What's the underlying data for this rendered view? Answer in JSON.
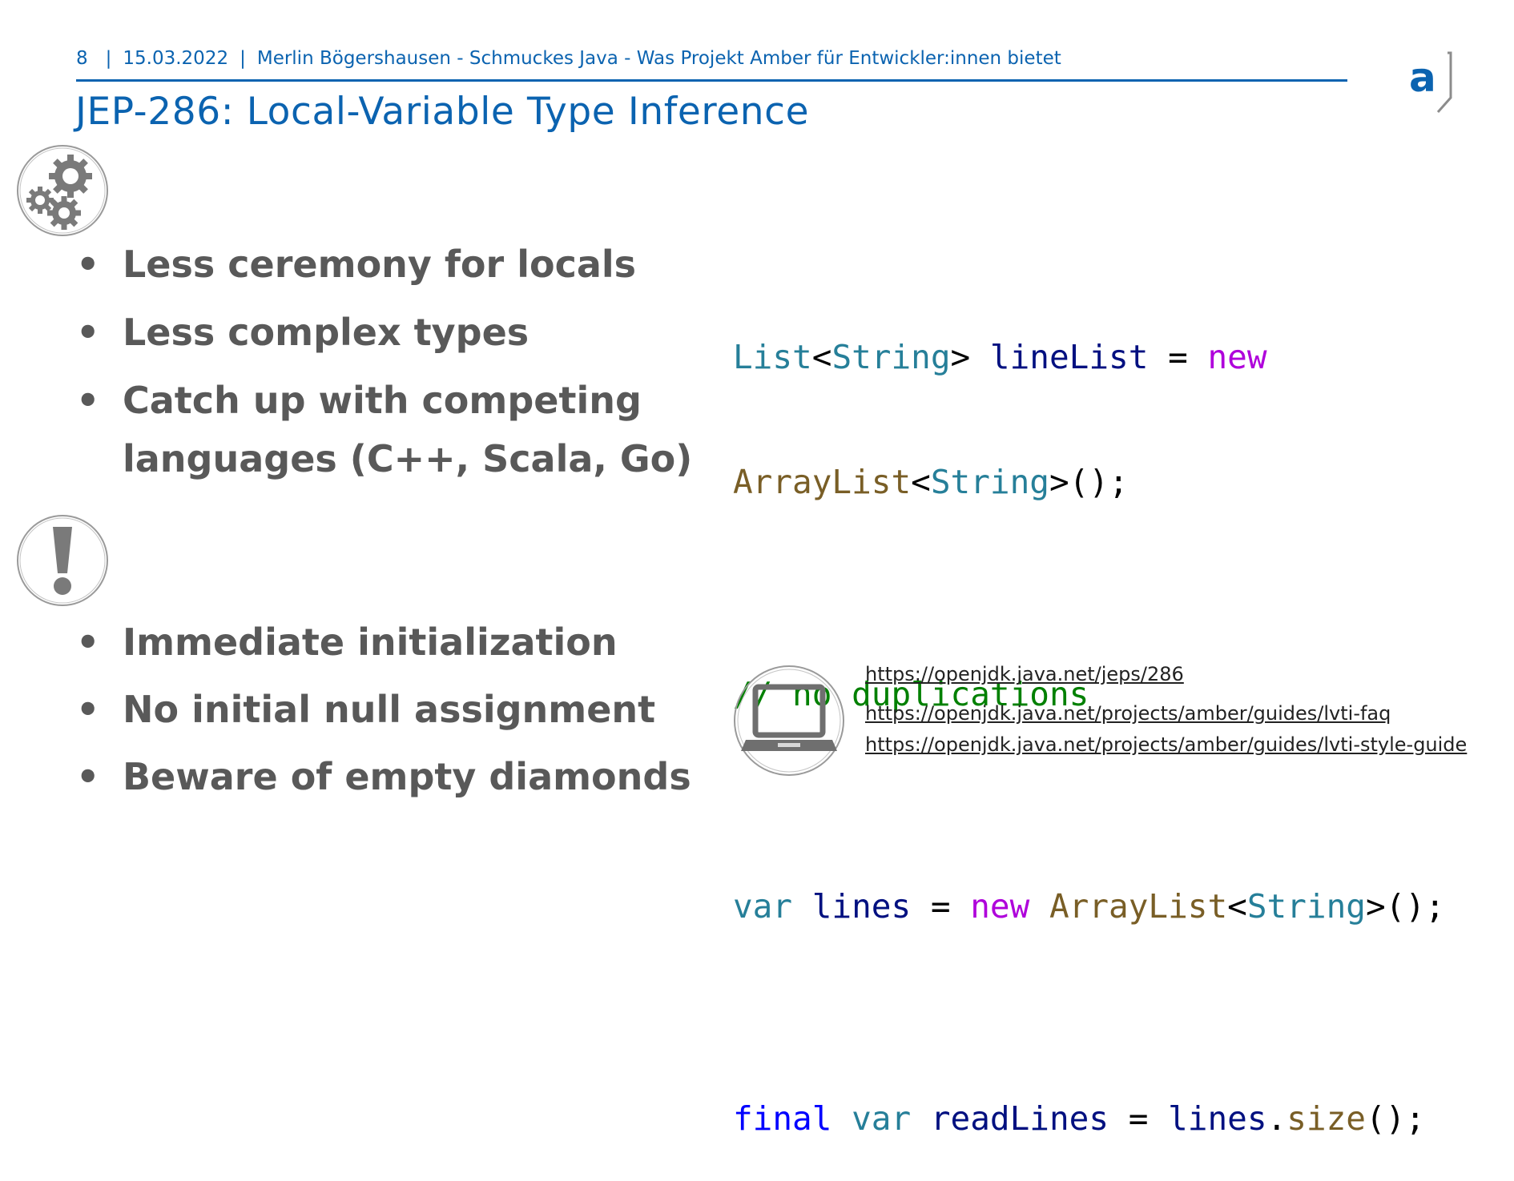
{
  "header": {
    "page_number": "8",
    "separator": "|",
    "date": "15.03.2022",
    "subtitle": "Merlin Bögershausen - Schmuckes Java - Was Projekt Amber für Entwickler:innen bietet"
  },
  "title": "JEP-286: Local-Variable Type Inference",
  "logo": {
    "letter": "a"
  },
  "bullets_top": [
    "Less ceremony for locals",
    "Less complex types",
    "Catch up with competing languages (C++, Scala, Go)"
  ],
  "bullets_bottom": [
    "Immediate initialization",
    "No initial null assignment",
    "Beware of empty diamonds"
  ],
  "bullet_glyph": "•",
  "code": {
    "line1": {
      "t1": "List",
      "p1": "<",
      "t2": "String",
      "p2": "> ",
      "v1": "lineList",
      "p3": " = ",
      "k1": "new"
    },
    "line2": {
      "c1": "ArrayList",
      "p1": "<",
      "t1": "String",
      "p2": ">();"
    },
    "line3": {
      "comment": "// no duplications"
    },
    "line4": {
      "t1": "var",
      "s1": " ",
      "v1": "lines",
      "p1": " = ",
      "k1": "new",
      "s2": " ",
      "c1": "ArrayList",
      "p2": "<",
      "t2": "String",
      "p3": ">();"
    },
    "line5": {
      "b1": "final",
      "s1": " ",
      "t1": "var",
      "s2": " ",
      "v1": "readLines",
      "p1": " = ",
      "v2": "lines",
      "p2": ".",
      "c1": "size",
      "p3": "();"
    }
  },
  "links": [
    "https://openjdk.java.net/jeps/286",
    "https://openjdk.java.net/projects/amber/guides/lvti-faq",
    "https://openjdk.java.net/projects/amber/guides/lvti-style-guide"
  ],
  "colors": {
    "accent": "#0b63b0",
    "bullet_text": "#595959",
    "code_type": "#267f99",
    "code_variable": "#001080",
    "code_keyword": "#af00db",
    "code_class": "#795e26",
    "code_comment": "#008000",
    "code_final": "#0000ff"
  },
  "icons": [
    "gear-icon",
    "exclamation-icon",
    "laptop-icon",
    "logo-icon"
  ]
}
